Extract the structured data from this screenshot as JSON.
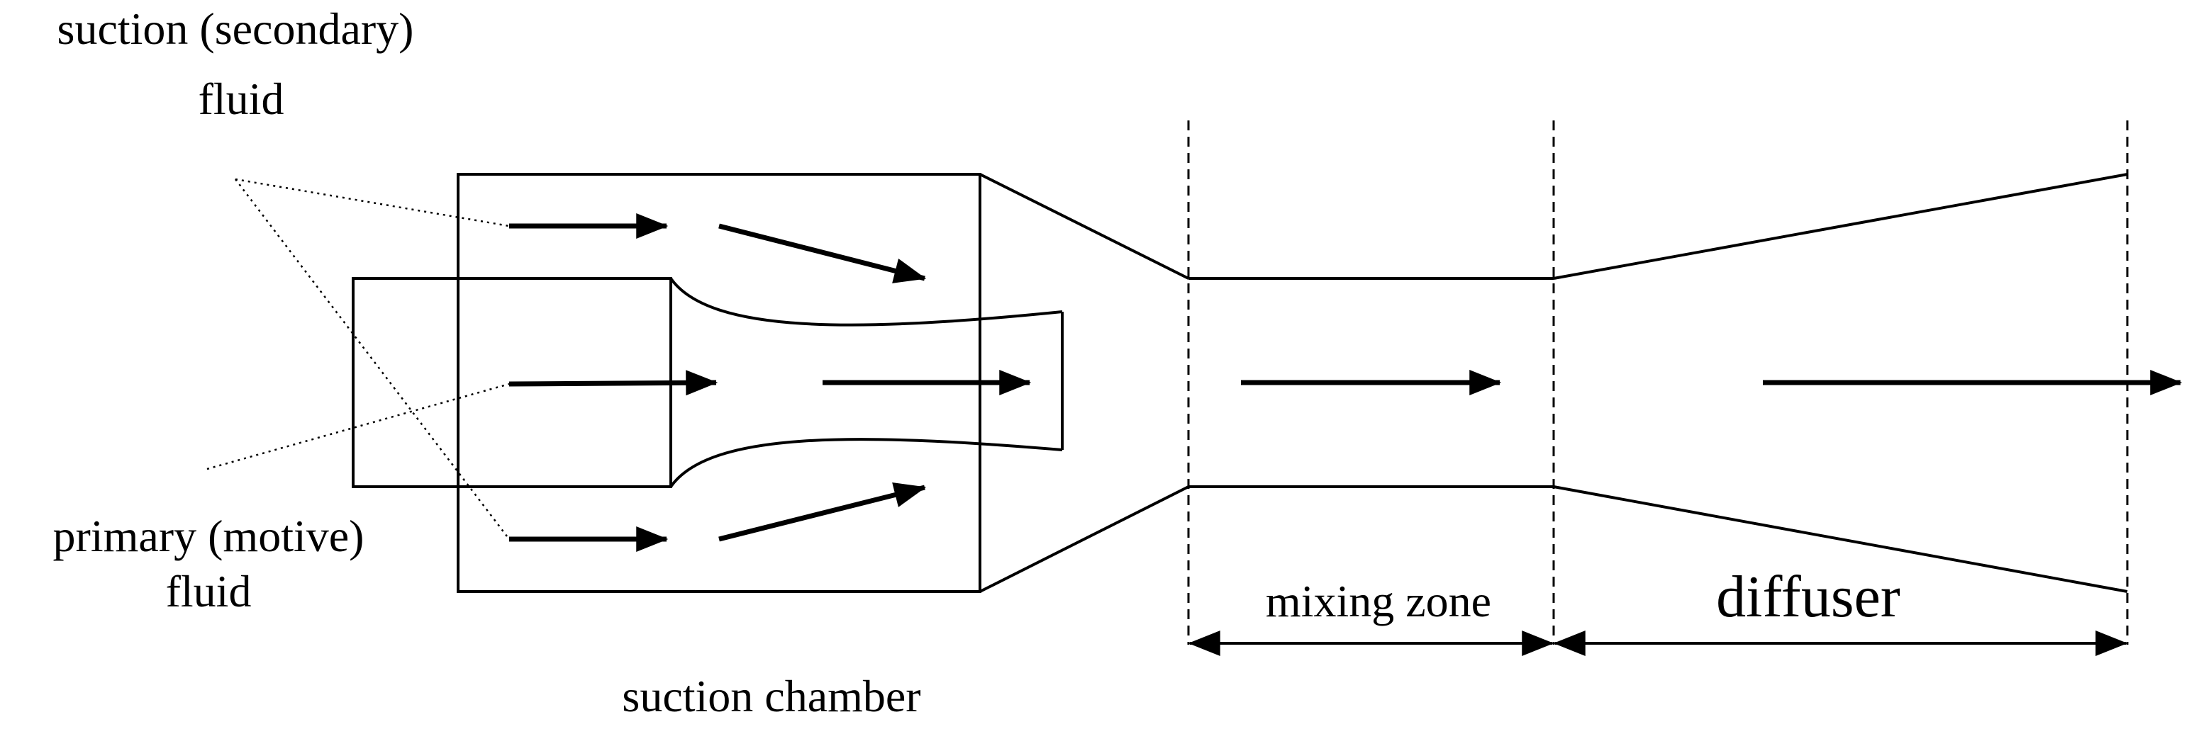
{
  "labels": {
    "suction_line1": "suction (secondary)",
    "suction_line2": "fluid",
    "primary_line1": "primary (motive)",
    "primary_line2": "fluid",
    "suction_chamber": "suction chamber",
    "mixing_zone": "mixing zone",
    "diffuser": "diffuser"
  }
}
